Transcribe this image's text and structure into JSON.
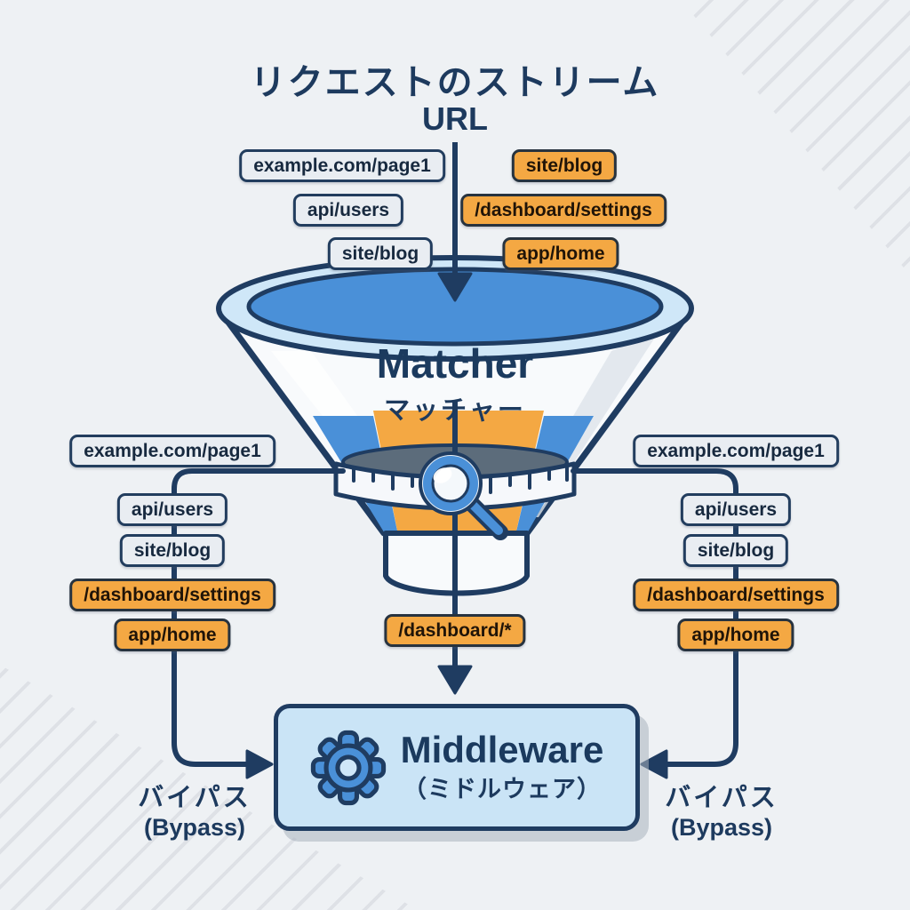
{
  "title": {
    "main_jp": "リクエストのストリーム",
    "sub": "URL"
  },
  "funnel": {
    "name_en": "Matcher",
    "name_jp": "マッチャー"
  },
  "incoming": {
    "plain": [
      "example.com/page1",
      "api/users",
      "site/blog"
    ],
    "highlighted": [
      "site/blog",
      "/dashboard/settings",
      "app/home"
    ]
  },
  "bypass_left_column": [
    "example.com/page1",
    "api/users",
    "site/blog",
    "/dashboard/settings",
    "app/home"
  ],
  "bypass_right_column": [
    "example.com/page1",
    "api/users",
    "site/blog",
    "/dashboard/settings",
    "app/home"
  ],
  "matched_route": "/dashboard/*",
  "middleware": {
    "name_en": "Middleware",
    "name_jp": "（ミドルウェア）"
  },
  "bypass_label": {
    "jp": "バイパス",
    "en": "(Bypass)"
  },
  "colors": {
    "navy": "#1F3C61",
    "blue": "#4A90D8",
    "light_blue": "#CFE7F8",
    "pale_blue_box": "#CAE4F6",
    "orange": "#F4A843",
    "chip_gray": "#E9EDF2",
    "background": "#EEF1F4",
    "dark_slate": "#5C6C7B"
  }
}
